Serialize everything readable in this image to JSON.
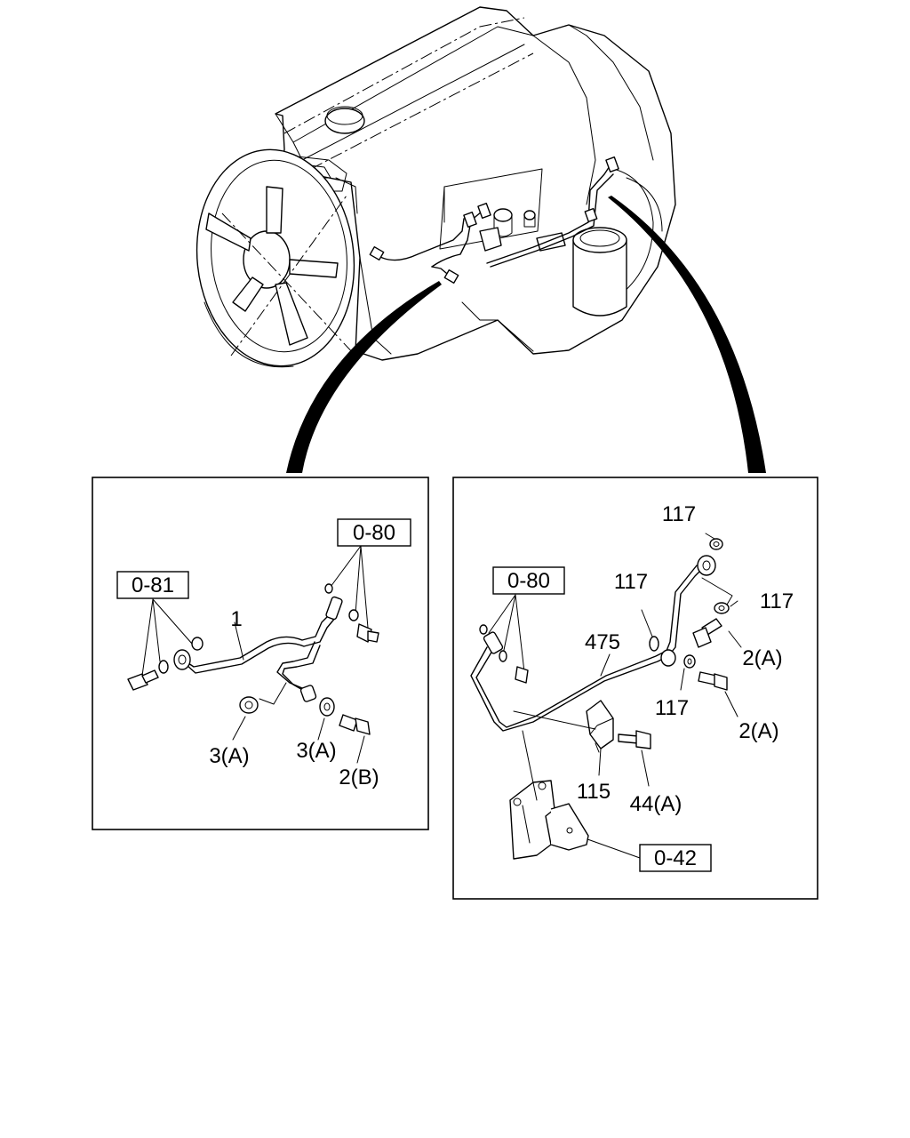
{
  "left_panel": {
    "ref_a": "0-81",
    "ref_b": "0-80",
    "callouts": {
      "pipe": "1",
      "washer_a1": "3(A)",
      "washer_a2": "3(A)",
      "bolt_b": "2(B)"
    }
  },
  "right_panel": {
    "ref_a": "0-80",
    "ref_b": "0-42",
    "callouts": {
      "washer_top": "117",
      "washer_mid": "117",
      "washer_right": "117",
      "washer_low": "117",
      "pipe": "475",
      "bolt_a1": "2(A)",
      "bolt_a2": "2(A)",
      "clip": "115",
      "bolt_clip": "44(A)"
    }
  }
}
